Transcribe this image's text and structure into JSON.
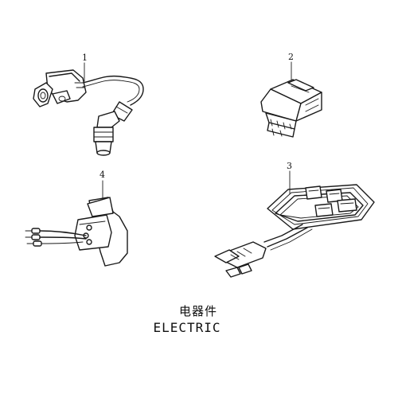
{
  "callouts": {
    "part_1": "1",
    "part_2": "2",
    "part_3": "3",
    "part_4": "4"
  },
  "title": {
    "chinese": "电器件",
    "english": "ELECTRIC"
  },
  "parts": {
    "part_1": "ignition-coil",
    "part_2": "starter-relay",
    "part_3": "wire-harness",
    "part_4": "voltage-regulator"
  },
  "colors": {
    "line": "#1a1a1a",
    "background": "#ffffff"
  }
}
